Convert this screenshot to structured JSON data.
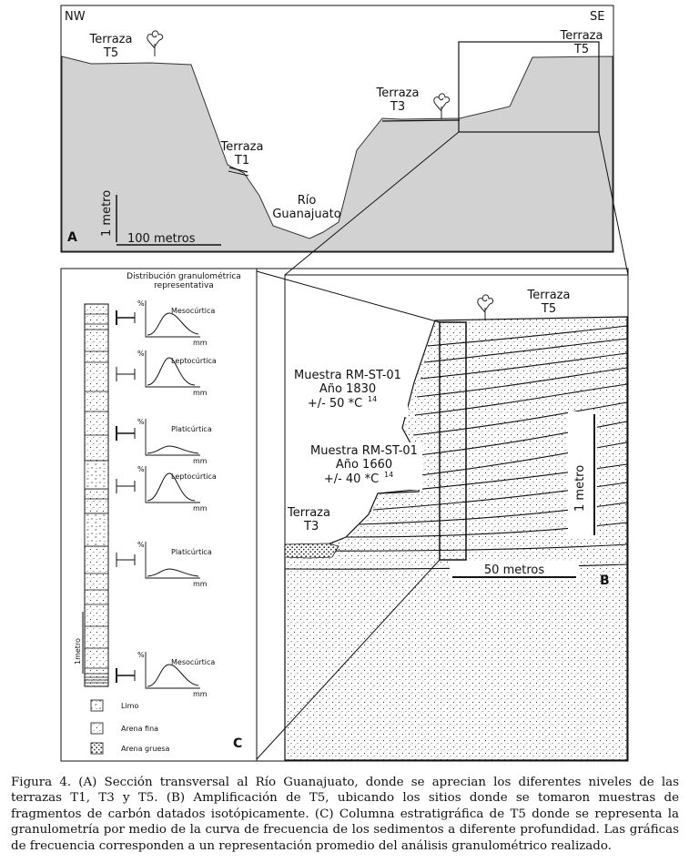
{
  "panel_a": {
    "dir_left": "NW",
    "dir_right": "SE",
    "terrace_t5_left": [
      "Terraza",
      "T5"
    ],
    "terrace_t1": [
      "Terraza",
      "T1"
    ],
    "terrace_t3": [
      "Terraza",
      "T3"
    ],
    "terrace_t5_right": [
      "Terraza",
      "T5"
    ],
    "river": [
      "Río",
      "Guanajuato"
    ],
    "vertical_scale": "1 metro",
    "horizontal_scale": "100 metros",
    "panel_letter": "A"
  },
  "panel_b": {
    "terrace_t5": [
      "Terraza",
      "T5"
    ],
    "sample_1": [
      "Muestra RM-ST-01",
      "Año 1830",
      "+/- 50 *C",
      "14"
    ],
    "sample_2": [
      "Muestra RM-ST-01",
      "Año 1660",
      "+/- 40 *C",
      "14"
    ],
    "terrace_t3": [
      "Terraza",
      "T3"
    ],
    "vertical_scale": "1 metro",
    "horizontal_scale": "50 metros",
    "panel_letter": "B"
  },
  "panel_c": {
    "title": [
      "Distribución granulométrica",
      "representativa"
    ],
    "curves": [
      {
        "name": "Mesocúrtica",
        "shape": "wide"
      },
      {
        "name": "Leptocúrtica",
        "shape": "narrow"
      },
      {
        "name": "Platicúrtica",
        "shape": "flat"
      },
      {
        "name": "Leptocúrtica",
        "shape": "narrow"
      },
      {
        "name": "Platicúrtica",
        "shape": "flat"
      },
      {
        "name": "Mesocúrtica",
        "shape": "wide"
      }
    ],
    "y_axis": "%",
    "x_axis": "mm",
    "column_scale": "1metro",
    "legend": [
      "Limo",
      "Arena fina",
      "Arena gruesa"
    ],
    "panel_letter": "C"
  },
  "caption": "Figura 4. (A) Sección transversal al Río Guanajuato, donde se aprecian los diferentes niveles de las terrazas T1, T3 y T5. (B) Amplificación de T5, ubicando los sitios donde se tomaron muestras de fragmentos de carbón datados isotópicamente. (C) Columna estratigráfica de T5 donde se representa la granulometría por medio de la curva de frecuencia de los sedimentos a diferente profundidad. Las gráficas de frecuencia corresponden a un representación promedio del análisis granulométrico realizado."
}
